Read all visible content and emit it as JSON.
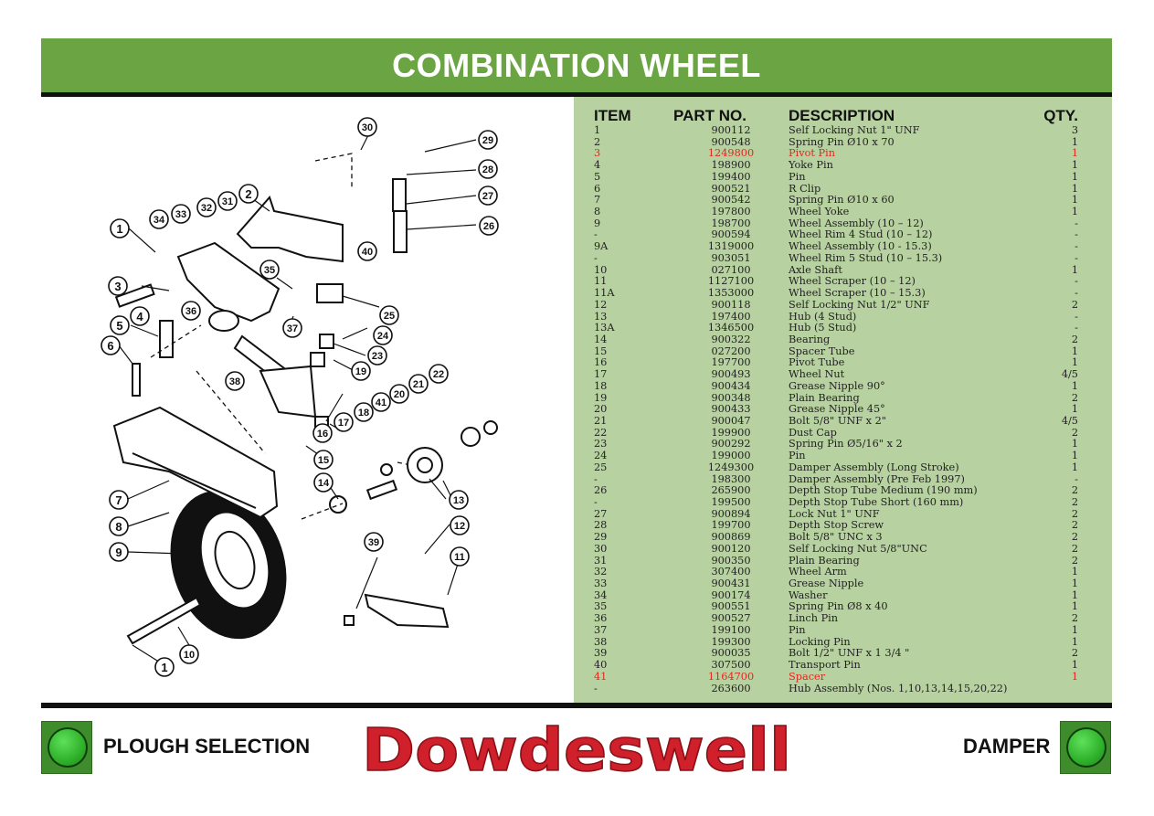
{
  "title": "COMBINATION WHEEL",
  "table": {
    "headers": {
      "item": "ITEM",
      "part": "PART NO.",
      "desc": "DESCRIPTION",
      "qty": "QTY."
    },
    "rows": [
      {
        "item": "1",
        "part": "900112",
        "desc": "Self Locking Nut 1\" UNF",
        "qty": "3",
        "highlight": false
      },
      {
        "item": "2",
        "part": "900548",
        "desc": "Spring Pin Ø10 x 70",
        "qty": "1",
        "highlight": false
      },
      {
        "item": "3",
        "part": "1249800",
        "desc": "Pivot Pin",
        "qty": "1",
        "highlight": true
      },
      {
        "item": "4",
        "part": "198900",
        "desc": "Yoke Pin",
        "qty": "1",
        "highlight": false
      },
      {
        "item": "5",
        "part": "199400",
        "desc": "Pin",
        "qty": "1",
        "highlight": false
      },
      {
        "item": "6",
        "part": "900521",
        "desc": "R Clip",
        "qty": "1",
        "highlight": false
      },
      {
        "item": "7",
        "part": "900542",
        "desc": "Spring Pin Ø10 x 60",
        "qty": "1",
        "highlight": false
      },
      {
        "item": "8",
        "part": "197800",
        "desc": "Wheel Yoke",
        "qty": "1",
        "highlight": false
      },
      {
        "item": "9",
        "part": "198700",
        "desc": "Wheel Assembly (10 – 12)",
        "qty": "-",
        "highlight": false
      },
      {
        "item": "-",
        "part": "900594",
        "desc": "Wheel Rim 4 Stud (10 – 12)",
        "qty": "-",
        "highlight": false
      },
      {
        "item": "9A",
        "part": "1319000",
        "desc": "Wheel Assembly (10 - 15.3)",
        "qty": "-",
        "highlight": false
      },
      {
        "item": "-",
        "part": "903051",
        "desc": "Wheel Rim 5 Stud (10 – 15.3)",
        "qty": "-",
        "highlight": false
      },
      {
        "item": "10",
        "part": "027100",
        "desc": "Axle Shaft",
        "qty": "1",
        "highlight": false
      },
      {
        "item": "11",
        "part": "1127100",
        "desc": "Wheel Scraper (10 – 12)",
        "qty": "-",
        "highlight": false
      },
      {
        "item": "11A",
        "part": "1353000",
        "desc": "Wheel Scraper (10 – 15.3)",
        "qty": "-",
        "highlight": false
      },
      {
        "item": "12",
        "part": "900118",
        "desc": "Self Locking Nut 1/2\" UNF",
        "qty": "2",
        "highlight": false
      },
      {
        "item": "13",
        "part": "197400",
        "desc": "Hub (4 Stud)",
        "qty": "-",
        "highlight": false
      },
      {
        "item": "13A",
        "part": "1346500",
        "desc": "Hub (5 Stud)",
        "qty": "-",
        "highlight": false
      },
      {
        "item": "14",
        "part": "900322",
        "desc": "Bearing",
        "qty": "2",
        "highlight": false
      },
      {
        "item": "15",
        "part": "027200",
        "desc": "Spacer Tube",
        "qty": "1",
        "highlight": false
      },
      {
        "item": "16",
        "part": "197700",
        "desc": "Pivot Tube",
        "qty": "1",
        "highlight": false
      },
      {
        "item": "17",
        "part": "900493",
        "desc": "Wheel Nut",
        "qty": "4/5",
        "highlight": false
      },
      {
        "item": "18",
        "part": "900434",
        "desc": "Grease Nipple 90°",
        "qty": "1",
        "highlight": false
      },
      {
        "item": "19",
        "part": "900348",
        "desc": "Plain Bearing",
        "qty": "2",
        "highlight": false
      },
      {
        "item": "20",
        "part": "900433",
        "desc": "Grease Nipple 45°",
        "qty": "1",
        "highlight": false
      },
      {
        "item": "21",
        "part": "900047",
        "desc": "Bolt 5/8\" UNF x 2\"",
        "qty": "4/5",
        "highlight": false
      },
      {
        "item": "22",
        "part": "199900",
        "desc": "Dust Cap",
        "qty": "2",
        "highlight": false
      },
      {
        "item": "23",
        "part": "900292",
        "desc": "Spring Pin Ø5/16\" x 2",
        "qty": "1",
        "highlight": false
      },
      {
        "item": "24",
        "part": "199000",
        "desc": "Pin",
        "qty": "1",
        "highlight": false
      },
      {
        "item": "25",
        "part": "1249300",
        "desc": "Damper Assembly (Long Stroke)",
        "qty": "1",
        "highlight": false
      },
      {
        "item": "-",
        "part": "198300",
        "desc": "Damper Assembly (Pre Feb 1997)",
        "qty": "-",
        "highlight": false
      },
      {
        "item": "26",
        "part": "265900",
        "desc": "Depth Stop Tube Medium (190 mm)",
        "qty": "2",
        "highlight": false
      },
      {
        "item": "-",
        "part": "199500",
        "desc": "Depth Stop Tube Short (160 mm)",
        "qty": "2",
        "highlight": false
      },
      {
        "item": "27",
        "part": "900894",
        "desc": "Lock Nut 1\" UNF",
        "qty": "2",
        "highlight": false
      },
      {
        "item": "28",
        "part": "199700",
        "desc": "Depth Stop Screw",
        "qty": "2",
        "highlight": false
      },
      {
        "item": "29",
        "part": "900869",
        "desc": "Bolt 5/8\" UNC x 3",
        "qty": "2",
        "highlight": false
      },
      {
        "item": "30",
        "part": "900120",
        "desc": "Self Locking Nut 5/8\"UNC",
        "qty": "2",
        "highlight": false
      },
      {
        "item": "31",
        "part": "900350",
        "desc": "Plain Bearing",
        "qty": "2",
        "highlight": false
      },
      {
        "item": "32",
        "part": "307400",
        "desc": "Wheel Arm",
        "qty": "1",
        "highlight": false
      },
      {
        "item": "33",
        "part": "900431",
        "desc": "Grease Nipple",
        "qty": "1",
        "highlight": false
      },
      {
        "item": "34",
        "part": "900174",
        "desc": "Washer",
        "qty": "1",
        "highlight": false
      },
      {
        "item": "35",
        "part": "900551",
        "desc": "Spring Pin Ø8 x 40",
        "qty": "1",
        "highlight": false
      },
      {
        "item": "36",
        "part": "900527",
        "desc": "Linch Pin",
        "qty": "2",
        "highlight": false
      },
      {
        "item": "37",
        "part": "199100",
        "desc": "Pin",
        "qty": "1",
        "highlight": false
      },
      {
        "item": "38",
        "part": "199300",
        "desc": "Locking Pin",
        "qty": "1",
        "highlight": false
      },
      {
        "item": "39",
        "part": "900035",
        "desc": "Bolt 1/2\" UNF x 1 3/4 \"",
        "qty": "2",
        "highlight": false
      },
      {
        "item": "40",
        "part": "307500",
        "desc": "Transport Pin",
        "qty": "1",
        "highlight": false
      },
      {
        "item": "41",
        "part": "1164700",
        "desc": "Spacer",
        "qty": "1",
        "highlight": true
      },
      {
        "item": "-",
        "part": "263600",
        "desc": "Hub Assembly (Nos. 1,10,13,14,15,20,22)",
        "qty": "",
        "highlight": false
      }
    ]
  },
  "diagram": {
    "callouts": [
      "1",
      "2",
      "3",
      "4",
      "5",
      "6",
      "7",
      "8",
      "9",
      "10",
      "11",
      "12",
      "13",
      "14",
      "15",
      "16",
      "17",
      "18",
      "19",
      "20",
      "21",
      "22",
      "23",
      "24",
      "25",
      "26",
      "27",
      "28",
      "29",
      "30",
      "31",
      "32",
      "33",
      "34",
      "35",
      "36",
      "37",
      "38",
      "39",
      "40",
      "41",
      "1"
    ]
  },
  "nav": {
    "prev_label": "PLOUGH SELECTION",
    "next_label": "DAMPER"
  },
  "logo": {
    "text": "Dowdeswell",
    "color": "#d0202b"
  },
  "colors": {
    "header": "#6aa443",
    "panel": "#b7d2a0",
    "highlight": "#e3261e"
  }
}
